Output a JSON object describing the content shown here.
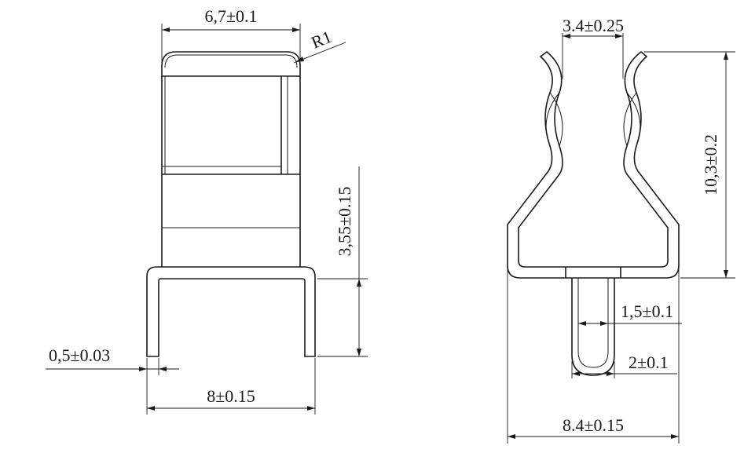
{
  "front_view": {
    "width_label": "6,7±0.1",
    "radius_label": "R1",
    "height_label": "3,55±0.15",
    "thickness_label": "0,5±0.03",
    "pin_span_label": "8±0.15"
  },
  "side_view": {
    "opening_label": "3.4±0.25",
    "height_label": "10,3±0.2",
    "pin_inner_label": "1,5±0.1",
    "pin_outer_label": "2±0.1",
    "base_width_label": "8.4±0.15"
  }
}
